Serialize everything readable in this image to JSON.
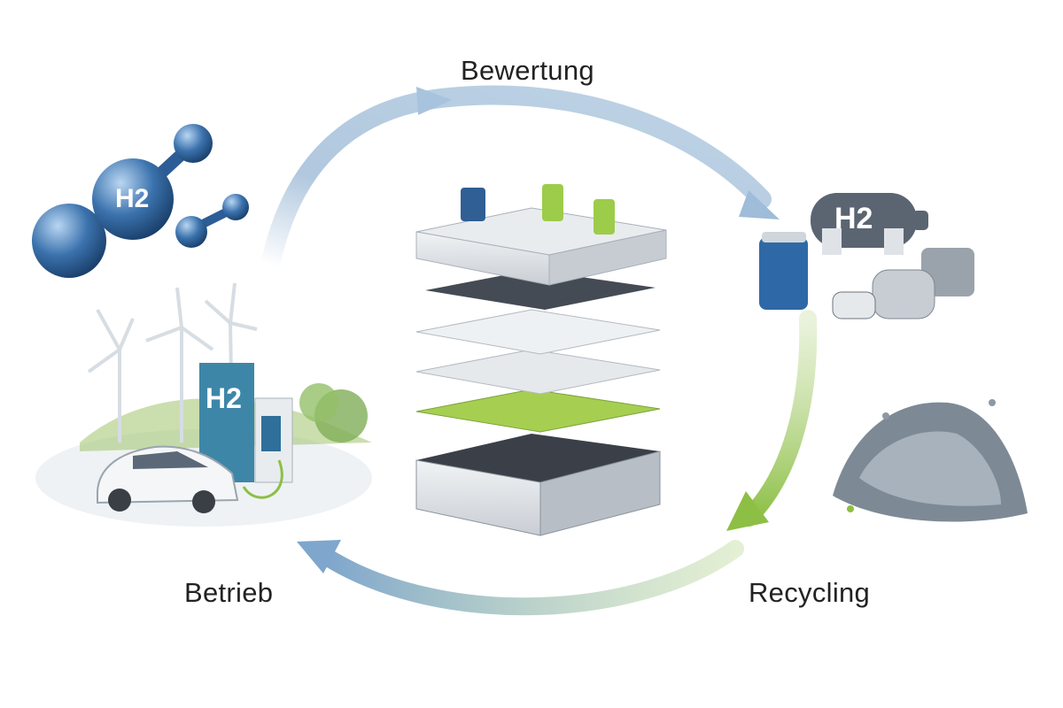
{
  "stages": {
    "evaluation": "Bewertung",
    "operation": "Betrieb",
    "recycling": "Recycling"
  },
  "molecule_label": "H2",
  "pump_label": "H2",
  "tank_label": "H2",
  "colors": {
    "arrow_blue": "#9dbad6",
    "arrow_green": "#8dbf45",
    "molecule_blue": "#2c5d96",
    "layer_green": "#a6cf52",
    "tank_gray": "#5b6572"
  }
}
